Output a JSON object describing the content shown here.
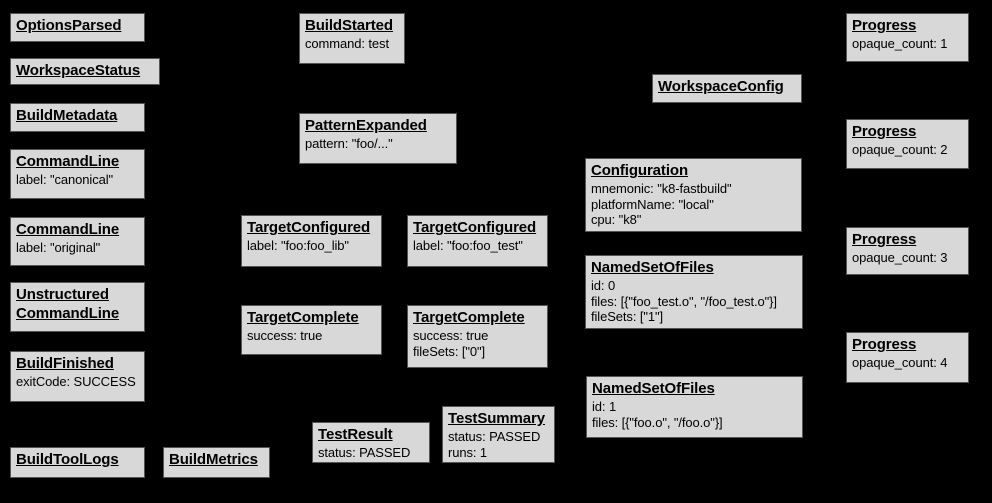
{
  "theme": {
    "bg": "#000000",
    "node_fill": "#d8d8d8",
    "node_border": "#545454",
    "node_text": "#000000"
  },
  "nodes": [
    {
      "title": "OptionsParsed",
      "lines": []
    },
    {
      "title": "WorkspaceStatus",
      "lines": []
    },
    {
      "title": "BuildMetadata",
      "lines": []
    },
    {
      "title": "CommandLine",
      "lines": [
        "label: \"canonical\""
      ]
    },
    {
      "title": "CommandLine",
      "lines": [
        "label: \"original\""
      ]
    },
    {
      "title": "Unstructured\nCommandLine",
      "lines": []
    },
    {
      "title": "BuildFinished",
      "lines": [
        "exitCode: SUCCESS"
      ]
    },
    {
      "title": "BuildToolLogs",
      "lines": []
    },
    {
      "title": "BuildMetrics",
      "lines": []
    },
    {
      "title": "BuildStarted",
      "lines": [
        "command: test"
      ]
    },
    {
      "title": "PatternExpanded",
      "lines": [
        "pattern: \"foo/...\""
      ]
    },
    {
      "title": "TargetConfigured",
      "lines": [
        "label: \"foo:foo_lib\""
      ]
    },
    {
      "title": "TargetComplete",
      "lines": [
        "success: true"
      ]
    },
    {
      "title": "TestResult",
      "lines": [
        "status: PASSED"
      ]
    },
    {
      "title": "TargetConfigured",
      "lines": [
        "label: \"foo:foo_test\""
      ]
    },
    {
      "title": "TargetComplete",
      "lines": [
        "success: true",
        "fileSets: [\"0\"]"
      ]
    },
    {
      "title": "TestSummary",
      "lines": [
        "status: PASSED",
        "runs: 1"
      ]
    },
    {
      "title": "WorkspaceConfig",
      "lines": []
    },
    {
      "title": "Configuration",
      "lines": [
        "mnemonic: \"k8-fastbuild\"",
        "platformName: \"local\"",
        "cpu: \"k8\""
      ]
    },
    {
      "title": "NamedSetOfFiles",
      "lines": [
        "id: 0",
        "files: [{\"foo_test.o\", \"/foo_test.o\"}]",
        "fileSets: [\"1\"]"
      ]
    },
    {
      "title": "NamedSetOfFiles",
      "lines": [
        "id: 1",
        "files: [{\"foo.o\", \"/foo.o\"}]"
      ]
    },
    {
      "title": "Progress",
      "lines": [
        "opaque_count: 1"
      ]
    },
    {
      "title": "Progress",
      "lines": [
        "opaque_count: 2"
      ]
    },
    {
      "title": "Progress",
      "lines": [
        "opaque_count: 3"
      ]
    },
    {
      "title": "Progress",
      "lines": [
        "opaque_count: 4"
      ]
    }
  ]
}
